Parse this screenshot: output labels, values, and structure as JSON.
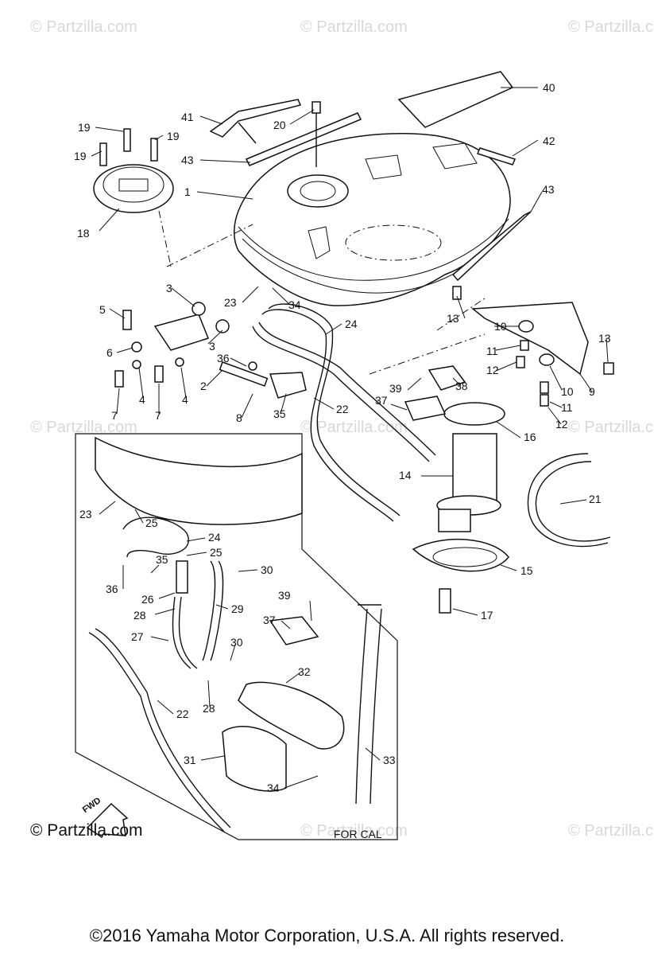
{
  "watermark": "© Partzilla.com",
  "brand": "© Partzilla.com",
  "inset_label": "FOR CAL",
  "fwd_label": "FWD",
  "copyright": "©2016 Yamaha Motor Corporation, U.S.A. All rights reserved.",
  "callouts": [
    "40",
    "41",
    "20",
    "42",
    "19",
    "19",
    "19",
    "43",
    "43",
    "1",
    "18",
    "3",
    "3",
    "5",
    "23",
    "34",
    "24",
    "13",
    "13",
    "10",
    "10",
    "6",
    "11",
    "11",
    "12",
    "12",
    "36",
    "9",
    "2",
    "38",
    "39",
    "7",
    "4",
    "7",
    "4",
    "37",
    "22",
    "8",
    "35",
    "16",
    "14",
    "21",
    "23",
    "25",
    "24",
    "25",
    "30",
    "35",
    "36",
    "26",
    "28",
    "29",
    "39",
    "37",
    "27",
    "30",
    "32",
    "28",
    "22",
    "31",
    "34",
    "33",
    "15",
    "17"
  ]
}
